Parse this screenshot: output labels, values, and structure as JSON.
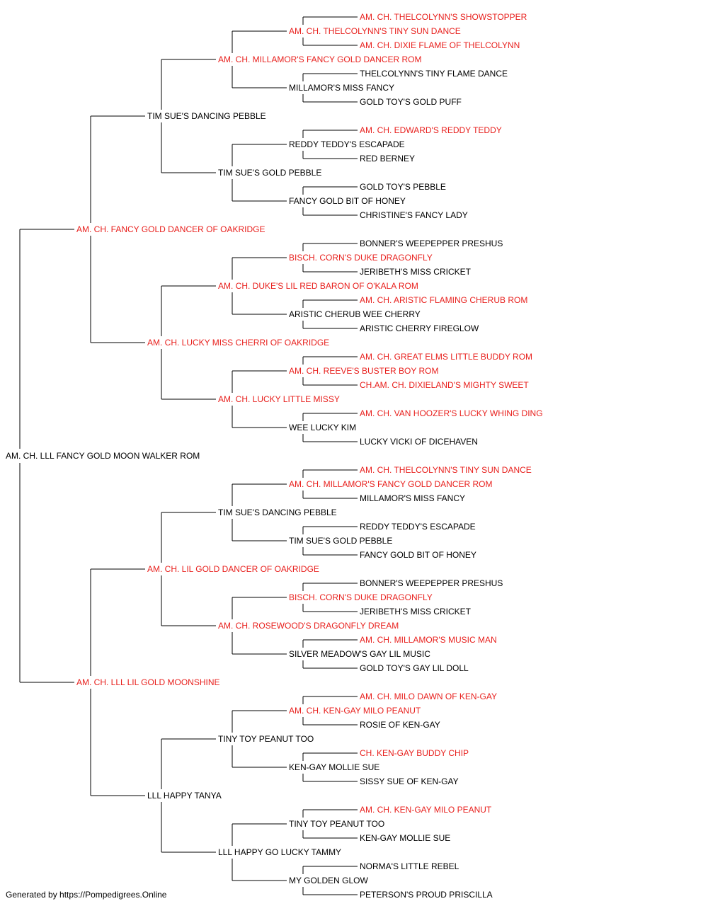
{
  "colors": {
    "champion": "#e8201d",
    "normal": "#000000",
    "line": "#000000"
  },
  "tree": {
    "name": "AM. CH. LLL FANCY GOLD MOON WALKER ROM",
    "champion": false,
    "sire": {
      "name": "AM. CH. FANCY GOLD DANCER OF OAKRIDGE",
      "champion": true,
      "sire": {
        "name": "TIM SUE'S DANCING PEBBLE",
        "champion": false,
        "sire": {
          "name": "AM. CH. MILLAMOR'S FANCY GOLD DANCER ROM",
          "champion": true,
          "sire": {
            "name": "AM. CH. THELCOLYNN'S TINY SUN DANCE",
            "champion": true,
            "sire": {
              "name": "AM. CH. THELCOLYNN'S SHOWSTOPPER",
              "champion": true
            },
            "dam": {
              "name": "AM. CH. DIXIE FLAME OF THELCOLYNN",
              "champion": true
            }
          },
          "dam": {
            "name": "MILLAMOR'S MISS FANCY",
            "champion": false,
            "sire": {
              "name": "THELCOLYNN'S TINY FLAME DANCE",
              "champion": false
            },
            "dam": {
              "name": "GOLD TOY'S GOLD PUFF",
              "champion": false
            }
          }
        },
        "dam": {
          "name": "TIM SUE'S GOLD PEBBLE",
          "champion": false,
          "sire": {
            "name": "REDDY TEDDY'S ESCAPADE",
            "champion": false,
            "sire": {
              "name": "AM. CH. EDWARD'S REDDY TEDDY",
              "champion": true
            },
            "dam": {
              "name": "RED BERNEY",
              "champion": false
            }
          },
          "dam": {
            "name": "FANCY GOLD BIT OF HONEY",
            "champion": false,
            "sire": {
              "name": "GOLD TOY'S PEBBLE",
              "champion": false
            },
            "dam": {
              "name": "CHRISTINE'S FANCY LADY",
              "champion": false
            }
          }
        }
      },
      "dam": {
        "name": "AM. CH. LUCKY MISS CHERRI OF OAKRIDGE",
        "champion": true,
        "sire": {
          "name": "AM. CH. DUKE'S LIL RED BARON OF O'KALA ROM",
          "champion": true,
          "sire": {
            "name": "BISCH. CORN'S DUKE DRAGONFLY",
            "champion": true,
            "sire": {
              "name": "BONNER'S WEEPEPPER PRESHUS",
              "champion": false
            },
            "dam": {
              "name": "JERIBETH'S MISS CRICKET",
              "champion": false
            }
          },
          "dam": {
            "name": "ARISTIC CHERUB WEE CHERRY",
            "champion": false,
            "sire": {
              "name": "AM. CH. ARISTIC FLAMING CHERUB ROM",
              "champion": true
            },
            "dam": {
              "name": "ARISTIC CHERRY FIREGLOW",
              "champion": false
            }
          }
        },
        "dam": {
          "name": "AM. CH. LUCKY LITTLE MISSY",
          "champion": true,
          "sire": {
            "name": "AM. CH. REEVE'S BUSTER BOY ROM",
            "champion": true,
            "sire": {
              "name": "AM. CH. GREAT ELMS LITTLE BUDDY ROM",
              "champion": true
            },
            "dam": {
              "name": "CH.AM. CH. DIXIELAND'S MIGHTY SWEET",
              "champion": true
            }
          },
          "dam": {
            "name": "WEE LUCKY KIM",
            "champion": false,
            "sire": {
              "name": "AM. CH. VAN HOOZER'S LUCKY WHING DING",
              "champion": true
            },
            "dam": {
              "name": "LUCKY VICKI OF DICEHAVEN",
              "champion": false
            }
          }
        }
      }
    },
    "dam": {
      "name": "AM. CH. LLL LIL GOLD MOONSHINE",
      "champion": true,
      "sire": {
        "name": "AM. CH. LIL GOLD DANCER OF OAKRIDGE",
        "champion": true,
        "sire": {
          "name": "TIM SUE'S DANCING PEBBLE",
          "champion": false,
          "sire": {
            "name": "AM. CH. MILLAMOR'S FANCY GOLD DANCER ROM",
            "champion": true,
            "sire": {
              "name": "AM. CH. THELCOLYNN'S TINY SUN DANCE",
              "champion": true
            },
            "dam": {
              "name": "MILLAMOR'S MISS FANCY",
              "champion": false
            }
          },
          "dam": {
            "name": "TIM SUE'S GOLD PEBBLE",
            "champion": false,
            "sire": {
              "name": "REDDY TEDDY'S ESCAPADE",
              "champion": false
            },
            "dam": {
              "name": "FANCY GOLD BIT OF HONEY",
              "champion": false
            }
          }
        },
        "dam": {
          "name": "AM. CH. ROSEWOOD'S DRAGONFLY DREAM",
          "champion": true,
          "sire": {
            "name": "BISCH. CORN'S DUKE DRAGONFLY",
            "champion": true,
            "sire": {
              "name": "BONNER'S WEEPEPPER PRESHUS",
              "champion": false
            },
            "dam": {
              "name": "JERIBETH'S MISS CRICKET",
              "champion": false
            }
          },
          "dam": {
            "name": "SILVER MEADOW'S GAY LIL MUSIC",
            "champion": false,
            "sire": {
              "name": "AM. CH. MILLAMOR'S MUSIC MAN",
              "champion": true
            },
            "dam": {
              "name": "GOLD TOY'S GAY LIL DOLL",
              "champion": false
            }
          }
        }
      },
      "dam": {
        "name": "LLL HAPPY TANYA",
        "champion": false,
        "sire": {
          "name": "TINY TOY PEANUT TOO",
          "champion": false,
          "sire": {
            "name": "AM. CH. KEN-GAY MILO PEANUT",
            "champion": true,
            "sire": {
              "name": "AM. CH. MILO DAWN OF KEN-GAY",
              "champion": true
            },
            "dam": {
              "name": "ROSIE OF KEN-GAY",
              "champion": false
            }
          },
          "dam": {
            "name": "KEN-GAY MOLLIE SUE",
            "champion": false,
            "sire": {
              "name": "CH. KEN-GAY BUDDY CHIP",
              "champion": true
            },
            "dam": {
              "name": "SISSY SUE OF KEN-GAY",
              "champion": false
            }
          }
        },
        "dam": {
          "name": "LLL HAPPY GO LUCKY TAMMY",
          "champion": false,
          "sire": {
            "name": "TINY TOY PEANUT TOO",
            "champion": false,
            "sire": {
              "name": "AM. CH. KEN-GAY MILO PEANUT",
              "champion": true
            },
            "dam": {
              "name": "KEN-GAY MOLLIE SUE",
              "champion": false
            }
          },
          "dam": {
            "name": "MY GOLDEN GLOW",
            "champion": false,
            "sire": {
              "name": "NORMA'S LITTLE REBEL",
              "champion": false
            },
            "dam": {
              "name": "PETERSON'S PROUD PRISCILLA",
              "champion": false
            }
          }
        }
      }
    }
  },
  "footer": "Generated by https://Pompedigrees.Online"
}
